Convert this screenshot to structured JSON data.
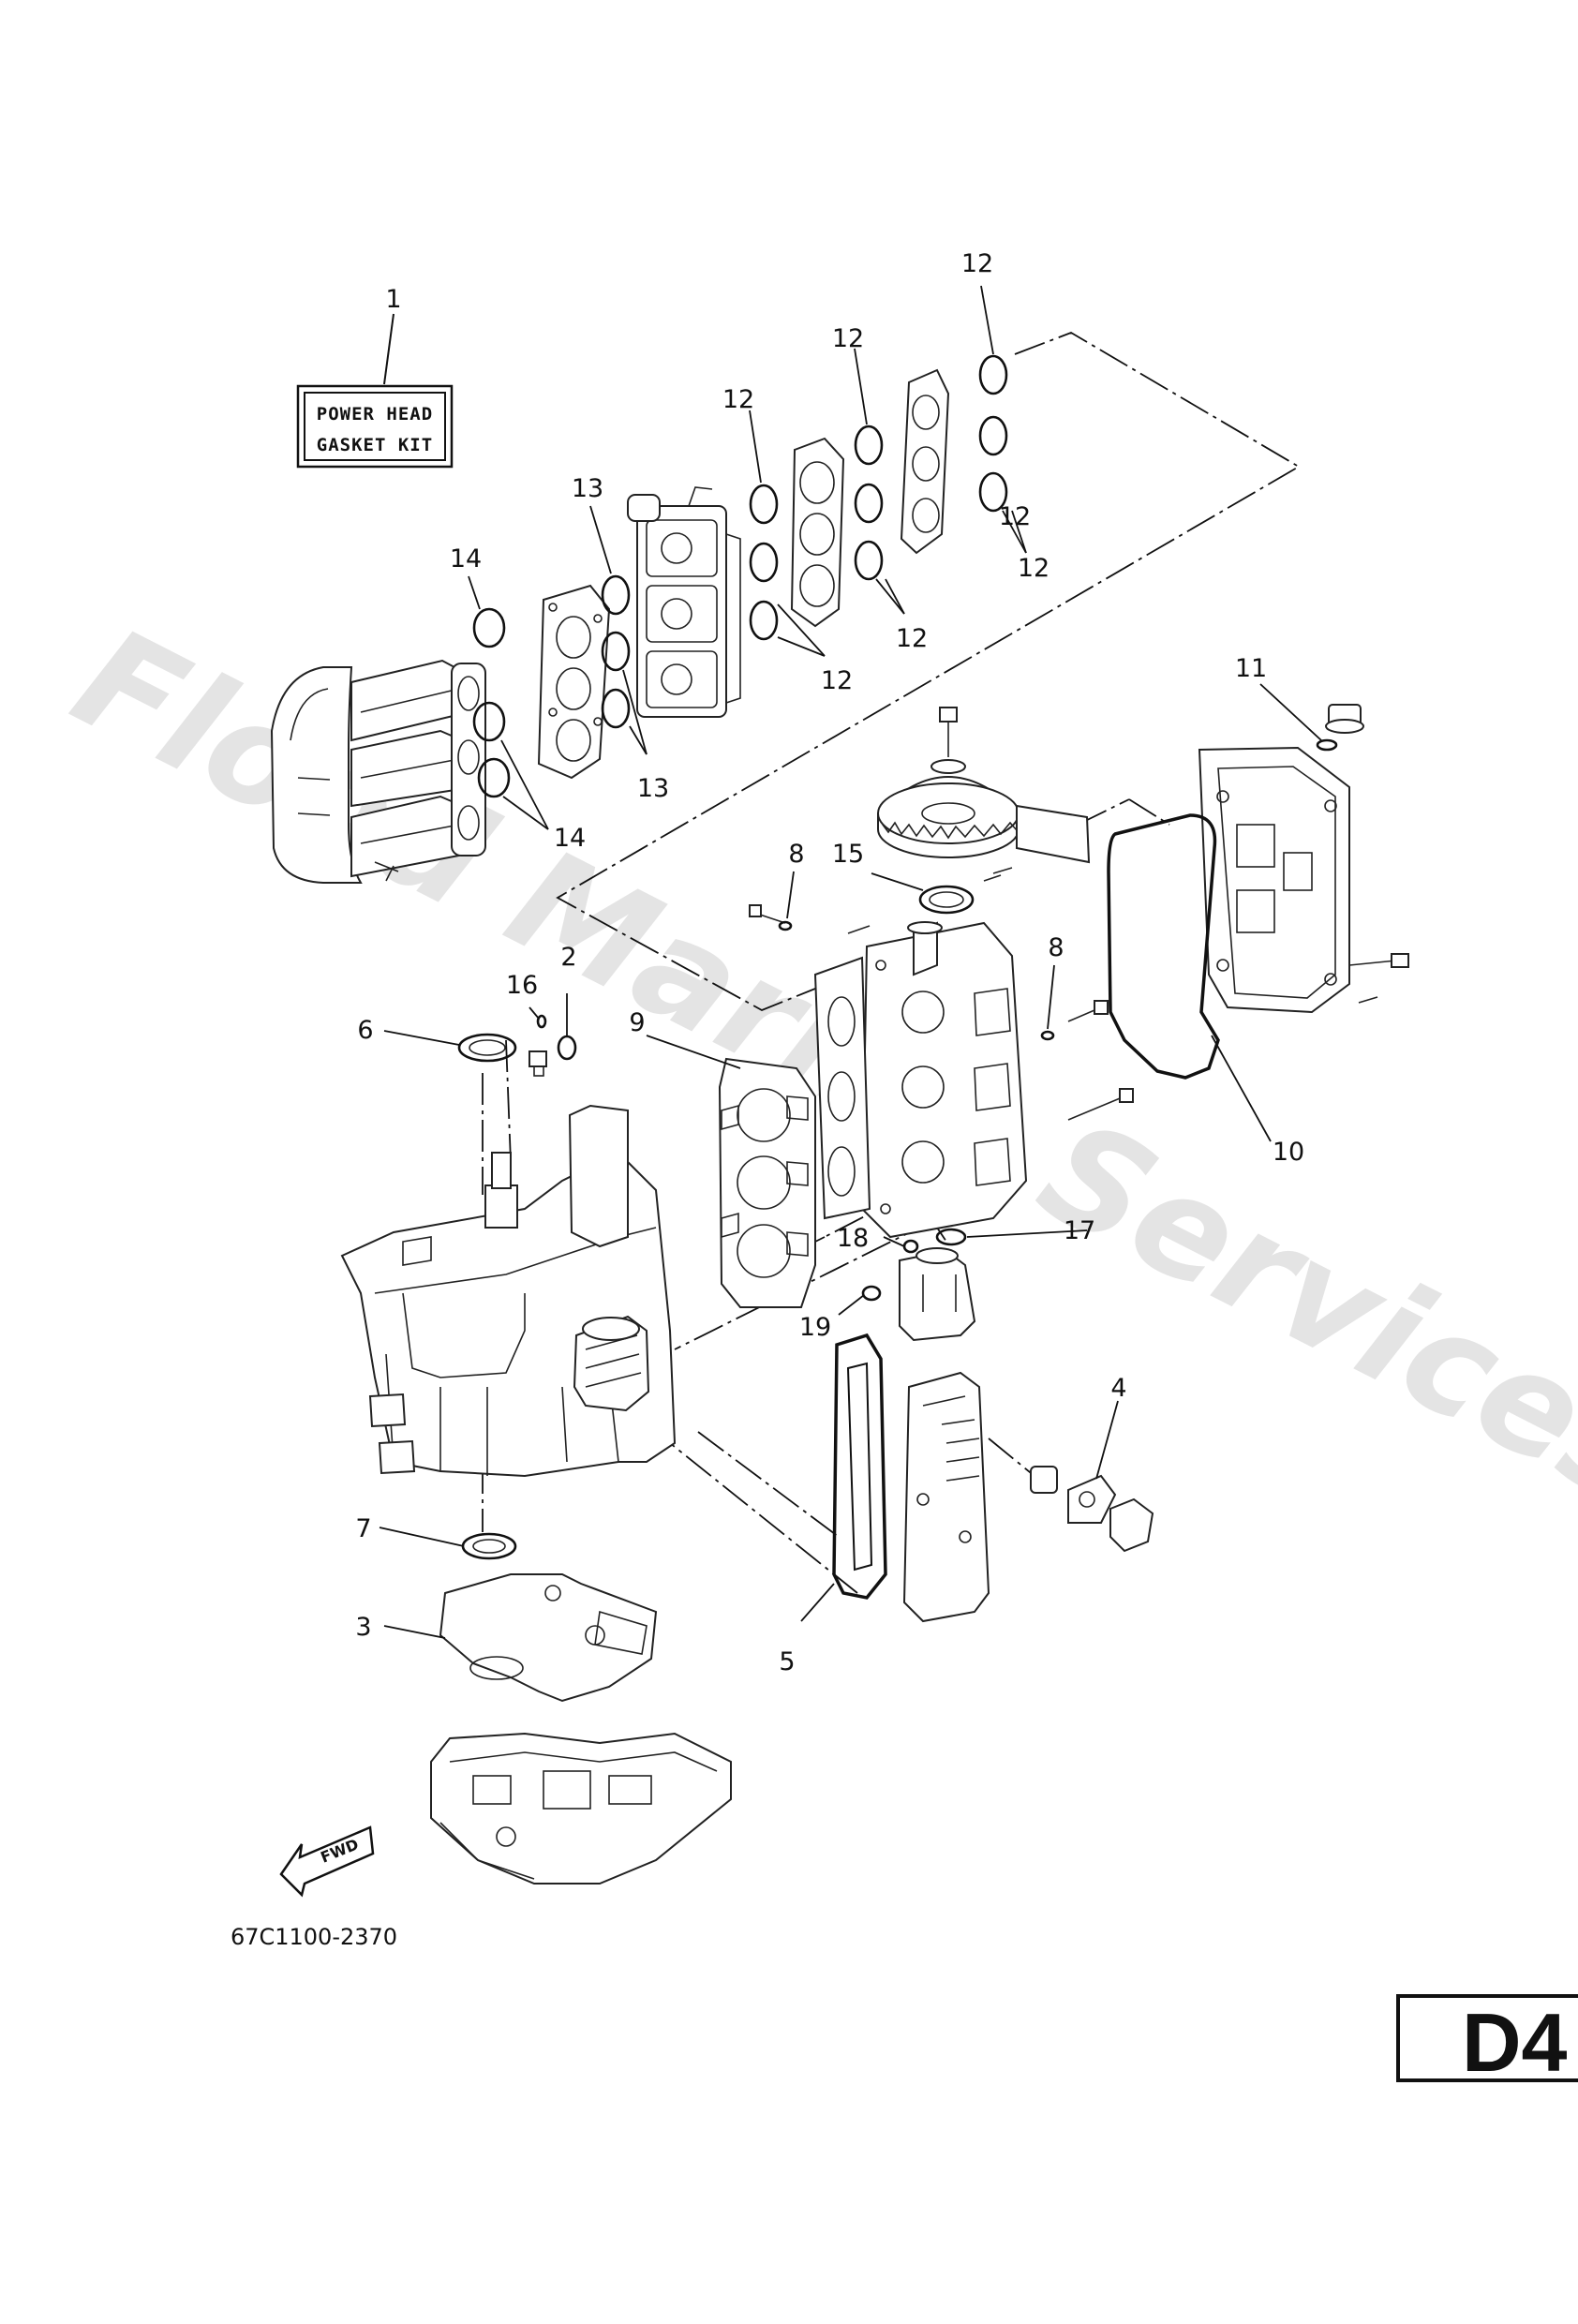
{
  "watermark": "Flood Marine Services",
  "kit_label": {
    "line1": "POWER HEAD",
    "line2": "GASKET KIT"
  },
  "fwd_label": "FWD",
  "part_number": "67C1100-2370",
  "page_code": "D4",
  "callouts": {
    "c1": "1",
    "c2": "2",
    "c3": "3",
    "c4": "4",
    "c5": "5",
    "c6": "6",
    "c7": "7",
    "c8a": "8",
    "c8b": "8",
    "c9": "9",
    "c10": "10",
    "c11": "11",
    "c12a": "12",
    "c12b": "12",
    "c12c": "12",
    "c12d": "12",
    "c12e": "12",
    "c12f": "12",
    "c12g": "12",
    "c13a": "13",
    "c13b": "13",
    "c14a": "14",
    "c14b": "14",
    "c15": "15",
    "c16": "16",
    "c17": "17",
    "c18": "18",
    "c19": "19"
  }
}
